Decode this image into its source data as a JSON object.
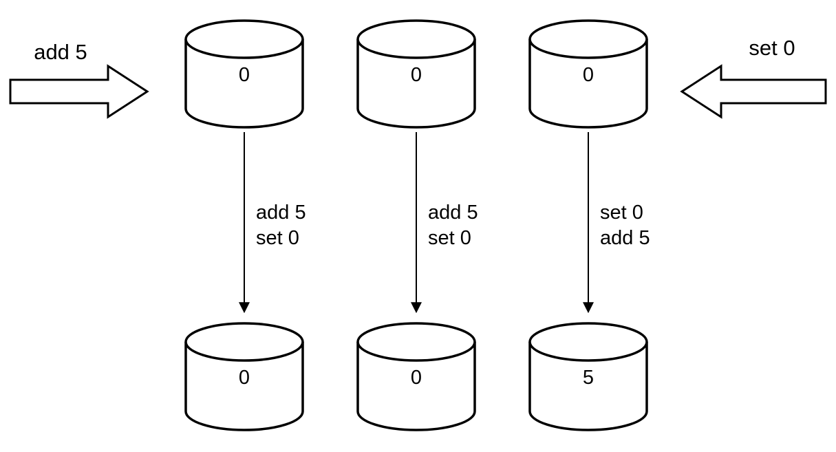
{
  "annotations": {
    "left": {
      "label": "add 5"
    },
    "right": {
      "label": "set 0"
    }
  },
  "replicas": [
    {
      "top_value": "0",
      "bottom_value": "0",
      "ops": [
        "add 5",
        "set 0"
      ]
    },
    {
      "top_value": "0",
      "bottom_value": "0",
      "ops": [
        "add 5",
        "set 0"
      ]
    },
    {
      "top_value": "0",
      "bottom_value": "5",
      "ops": [
        "set 0",
        "add 5"
      ]
    }
  ],
  "colors": {
    "stroke": "#000000",
    "fill": "#ffffff"
  }
}
